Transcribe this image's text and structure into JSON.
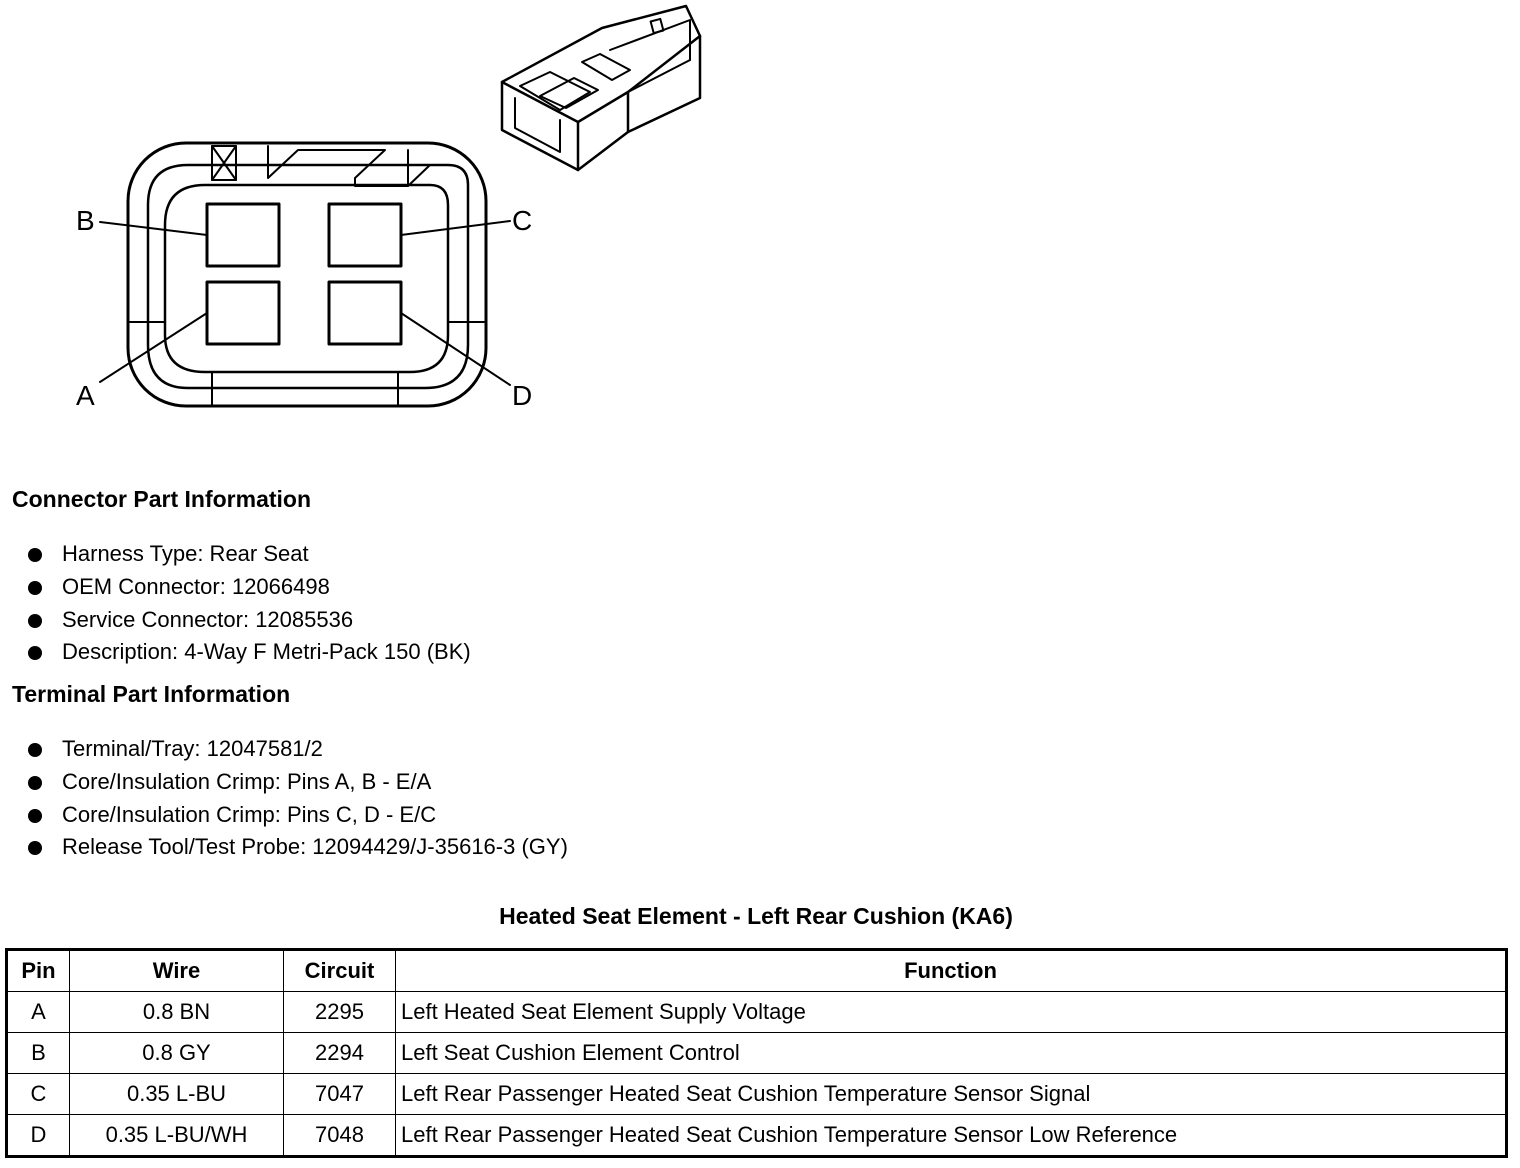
{
  "diagram": {
    "pin_labels": [
      "B",
      "C",
      "A",
      "D"
    ]
  },
  "connector_info": {
    "heading": "Connector Part Information",
    "items": [
      "Harness Type: Rear Seat",
      "OEM Connector: 12066498",
      "Service Connector: 12085536",
      "Description: 4-Way F Metri-Pack 150 (BK)"
    ]
  },
  "terminal_info": {
    "heading": "Terminal Part Information",
    "items": [
      "Terminal/Tray: 12047581/2",
      "Core/Insulation Crimp: Pins A, B - E/A",
      "Core/Insulation Crimp: Pins C, D - E/C",
      "Release Tool/Test Probe: 12094429/J-35616-3 (GY)"
    ]
  },
  "table": {
    "title": "Heated Seat Element - Left Rear Cushion (KA6)",
    "headers": [
      "Pin",
      "Wire",
      "Circuit",
      "Function"
    ],
    "rows": [
      [
        "A",
        "0.8 BN",
        "2295",
        "Left Heated Seat Element Supply Voltage"
      ],
      [
        "B",
        "0.8 GY",
        "2294",
        "Left Seat Cushion Element Control"
      ],
      [
        "C",
        "0.35 L-BU",
        "7047",
        "Left Rear Passenger Heated Seat Cushion Temperature Sensor Signal"
      ],
      [
        "D",
        "0.35 L-BU/WH",
        "7048",
        "Left Rear Passenger Heated Seat Cushion Temperature Sensor Low Reference"
      ]
    ]
  }
}
